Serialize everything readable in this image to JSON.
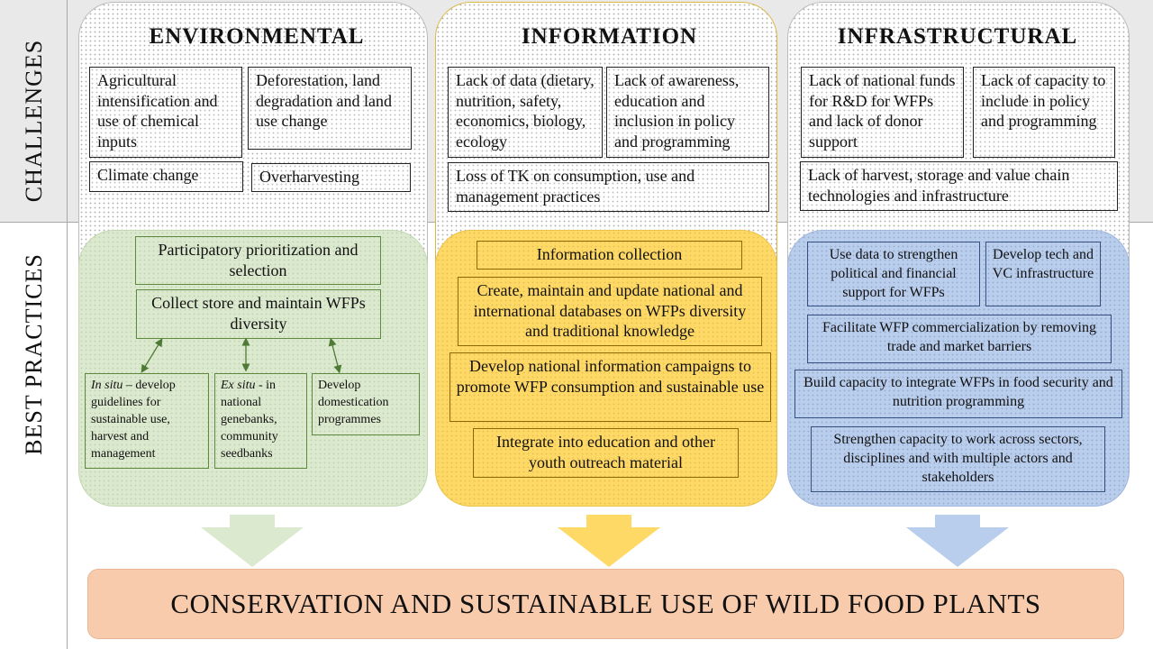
{
  "side": {
    "challenges": "CHALLENGES",
    "best_practices": "BEST PRACTICES"
  },
  "colors": {
    "environmental": "#dbe9cf",
    "information": "#ffd966",
    "infrastructural": "#b9cdec",
    "banner": "#f8cbad"
  },
  "environmental": {
    "title": "ENVIRONMENTAL",
    "challenges": [
      "Agricultural intensification and use of chemical inputs",
      "Deforestation, land degradation and land use change",
      "Climate change",
      "Overharvesting"
    ],
    "practices": {
      "prioritization": "Participatory prioritization and selection",
      "collect": "Collect store and maintain WFPs diversity",
      "in_situ_term": "In situ",
      "in_situ_text": " – develop guidelines for sustainable use, harvest and management",
      "ex_situ_term": "Ex situ",
      "ex_situ_text": " - in national genebanks, community seedbanks",
      "domestication": "Develop domestication programmes"
    }
  },
  "information": {
    "title": "INFORMATION",
    "challenges": [
      "Lack of data (dietary, nutrition, safety, economics, biology, ecology",
      "Lack of awareness, education and inclusion in policy and programming",
      "Loss of TK on consumption, use and management practices"
    ],
    "practices": [
      "Information collection",
      "Create, maintain and update national and international databases on WFPs diversity and traditional knowledge",
      "Develop national information campaigns to promote WFP consumption and sustainable use",
      "Integrate into education and other youth outreach material"
    ]
  },
  "infrastructural": {
    "title": "INFRASTRUCTURAL",
    "challenges": [
      "Lack of national funds for R&D for WFPs and lack of donor support",
      "Lack of capacity to include in policy and programming",
      "Lack of harvest, storage and value chain technologies and infrastructure"
    ],
    "practices": [
      "Use data to strengthen political and financial support for WFPs",
      "Develop tech and VC infrastructure",
      "Facilitate WFP commercialization by removing trade and market barriers",
      "Build capacity to integrate WFPs in food security and nutrition programming",
      "Strengthen capacity to work across sectors, disciplines and with multiple actors and stakeholders"
    ]
  },
  "outcome": "CONSERVATION AND SUSTAINABLE USE OF WILD FOOD PLANTS"
}
